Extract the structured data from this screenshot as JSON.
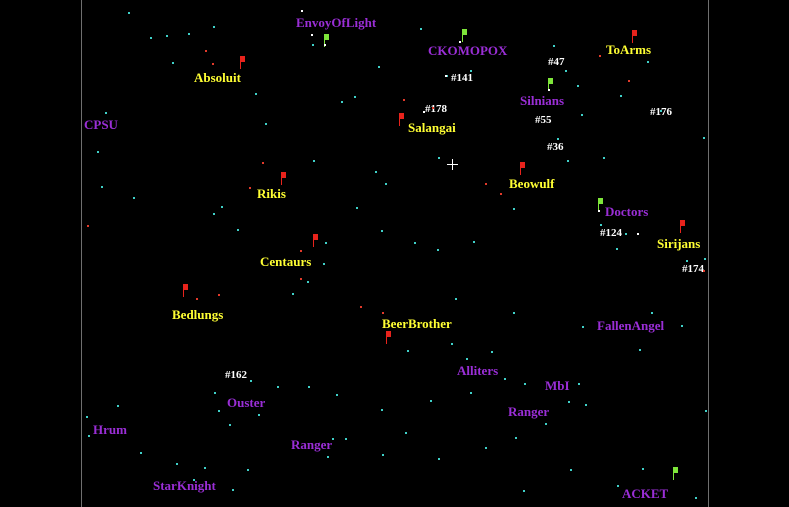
{
  "colors": {
    "background": "#000000",
    "border": "#6f6f6f",
    "own_player": "#ffff33",
    "other_player": "#9a2ed6",
    "planet_number": "#ffffff",
    "star_cyan": "#3fd0c8",
    "star_red": "#e23a2a",
    "flag_red": "#e8231c",
    "flag_green": "#7ee63a"
  },
  "players_own": [
    "Absoluit",
    "Salangai",
    "ToArms",
    "Beowulf",
    "Rikis",
    "Sirijans",
    "Centaurs",
    "Bedlungs",
    "BeerBrother"
  ],
  "players_other": [
    "EnvoyOfLight",
    "CKOMOPOX",
    "Silnians",
    "CPSU",
    "Doctors",
    "FallenAngel",
    "Alliters",
    "MbI",
    "Ouster",
    "Ranger",
    "Hrum",
    "Ranger",
    "StarKnight",
    "ACKET"
  ],
  "planets": [
    "#47",
    "#141",
    "#178",
    "#55",
    "#176",
    "#36",
    "#124",
    "#174",
    "#162"
  ],
  "flags_red": [
    "flag-absoluit",
    "flag-toarms",
    "flag-salangai",
    "flag-beowulf",
    "flag-rikis",
    "flag-sirijans",
    "flag-centaurs",
    "flag-bedlungs",
    "flag-beerbrother"
  ],
  "flags_green": [
    "flag-envoyoflight",
    "flag-ckomopox",
    "flag-silnians",
    "flag-doctors",
    "flag-acket"
  ],
  "cursor_icon": "crosshair-icon"
}
